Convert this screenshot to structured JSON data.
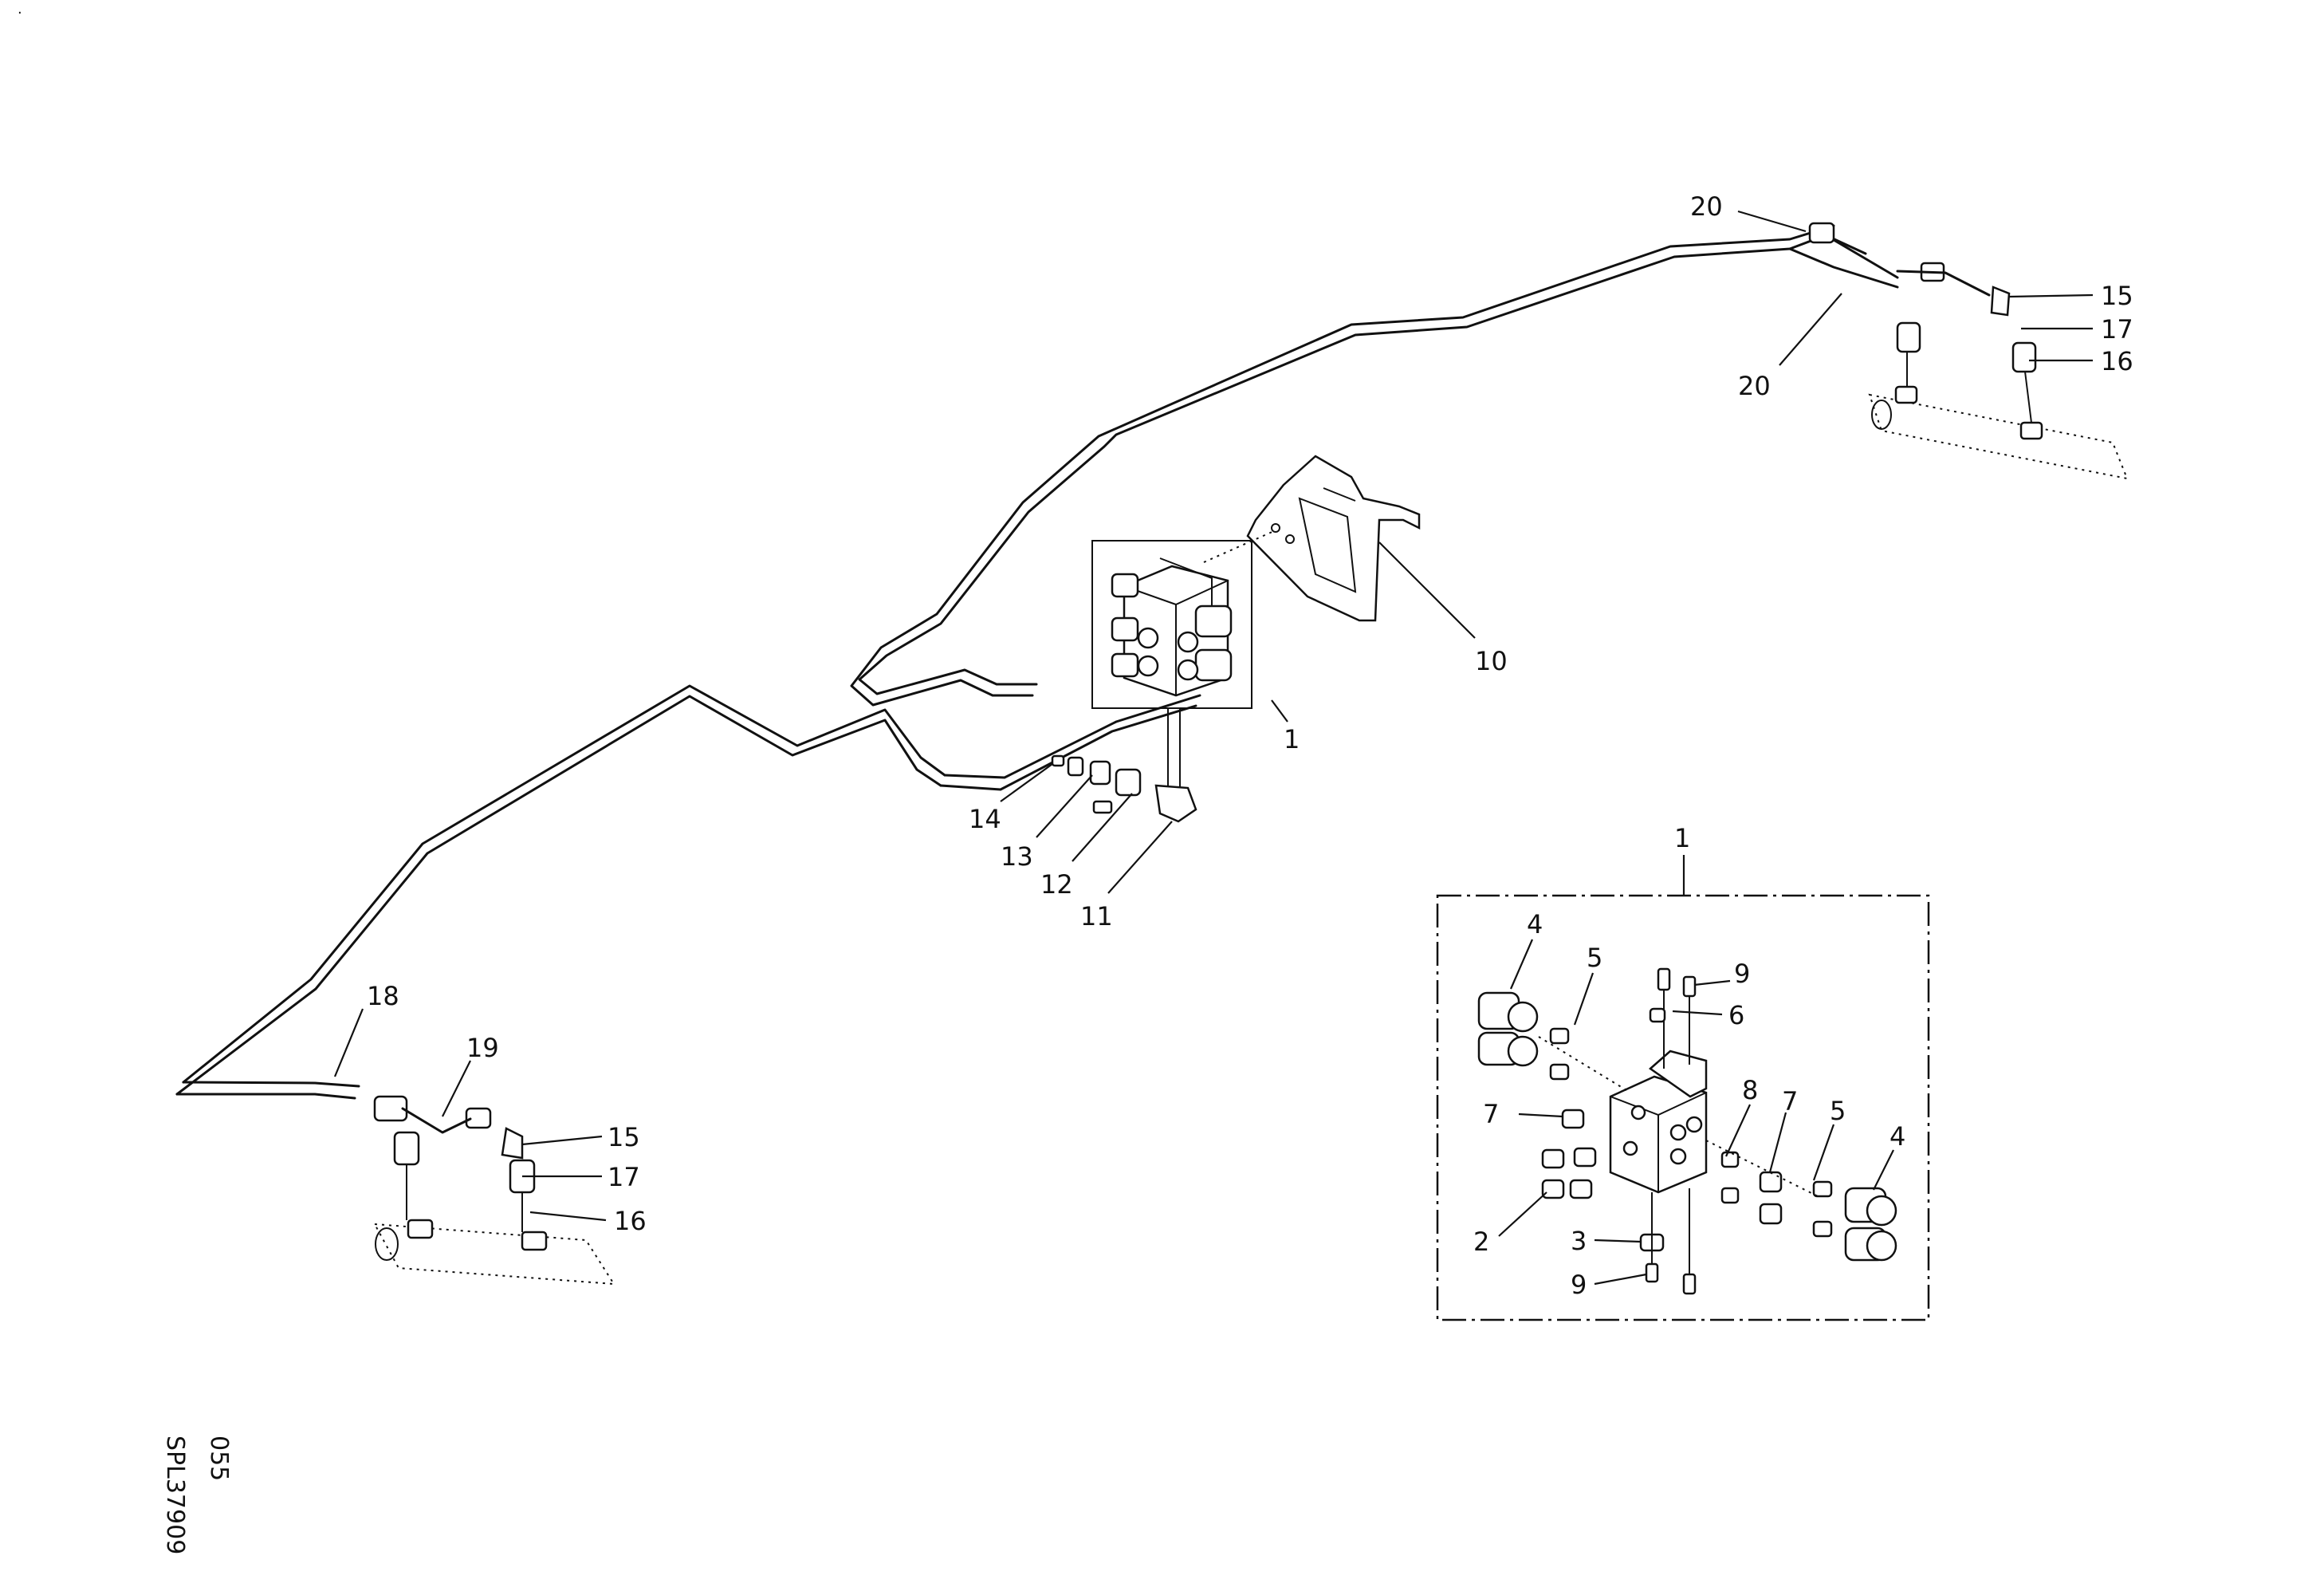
{
  "drawing": {
    "code_line_1": "SPL37909",
    "code_line_2": "055"
  },
  "callouts": {
    "c1": "1",
    "c10": "10",
    "c11": "11",
    "c12": "12",
    "c13": "13",
    "c14": "14",
    "c15a": "15",
    "c15b": "15",
    "c16a": "16",
    "c16b": "16",
    "c17a": "17",
    "c17b": "17",
    "c18": "18",
    "c19": "19",
    "c20a": "20",
    "c20b": "20"
  },
  "detail_view": {
    "title": "1",
    "labels": {
      "c2": "2",
      "c3": "3",
      "c4a": "4",
      "c4b": "4",
      "c5a": "5",
      "c5b": "5",
      "c6": "6",
      "c7a": "7",
      "c7b": "7",
      "c8": "8",
      "c9a": "9",
      "c9b": "9"
    }
  }
}
